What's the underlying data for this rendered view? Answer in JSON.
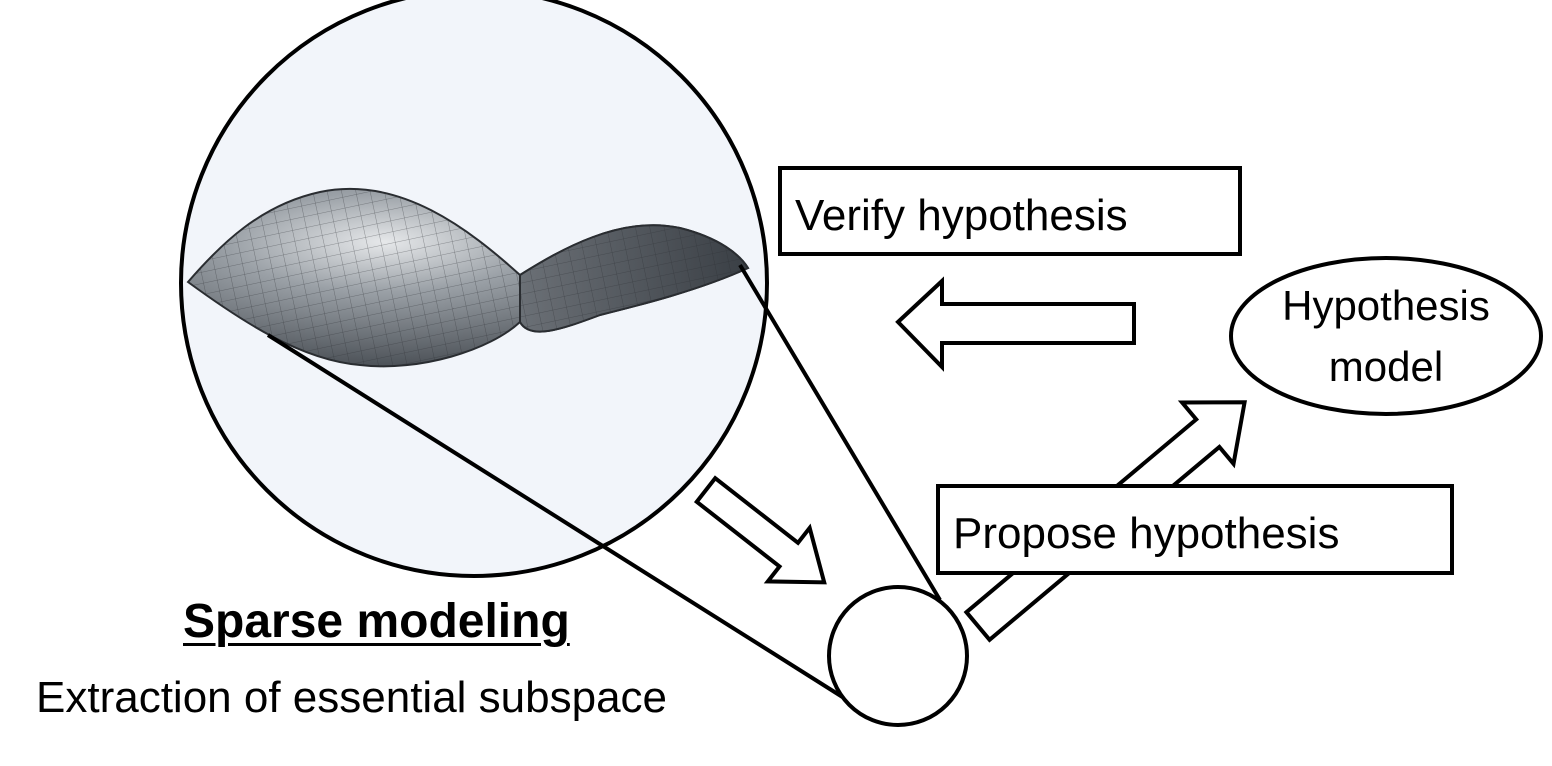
{
  "verify_box": {
    "label": "Verify hypothesis"
  },
  "propose_box": {
    "label": "Propose hypothesis"
  },
  "hypothesis_oval": {
    "line1": "Hypothesis",
    "line2": "model"
  },
  "sparse": {
    "title": "Sparse modeling",
    "subtitle": "Extraction of essential subspace"
  },
  "colors": {
    "stroke": "#000000",
    "circle_fill": "#f2f5fa",
    "surface_dark": "#3a3f45",
    "surface_light": "#d9dcdf"
  },
  "icons": [
    "saddle-surface-icon",
    "arrow-down-right-icon",
    "arrow-up-right-icon",
    "arrow-left-icon"
  ]
}
